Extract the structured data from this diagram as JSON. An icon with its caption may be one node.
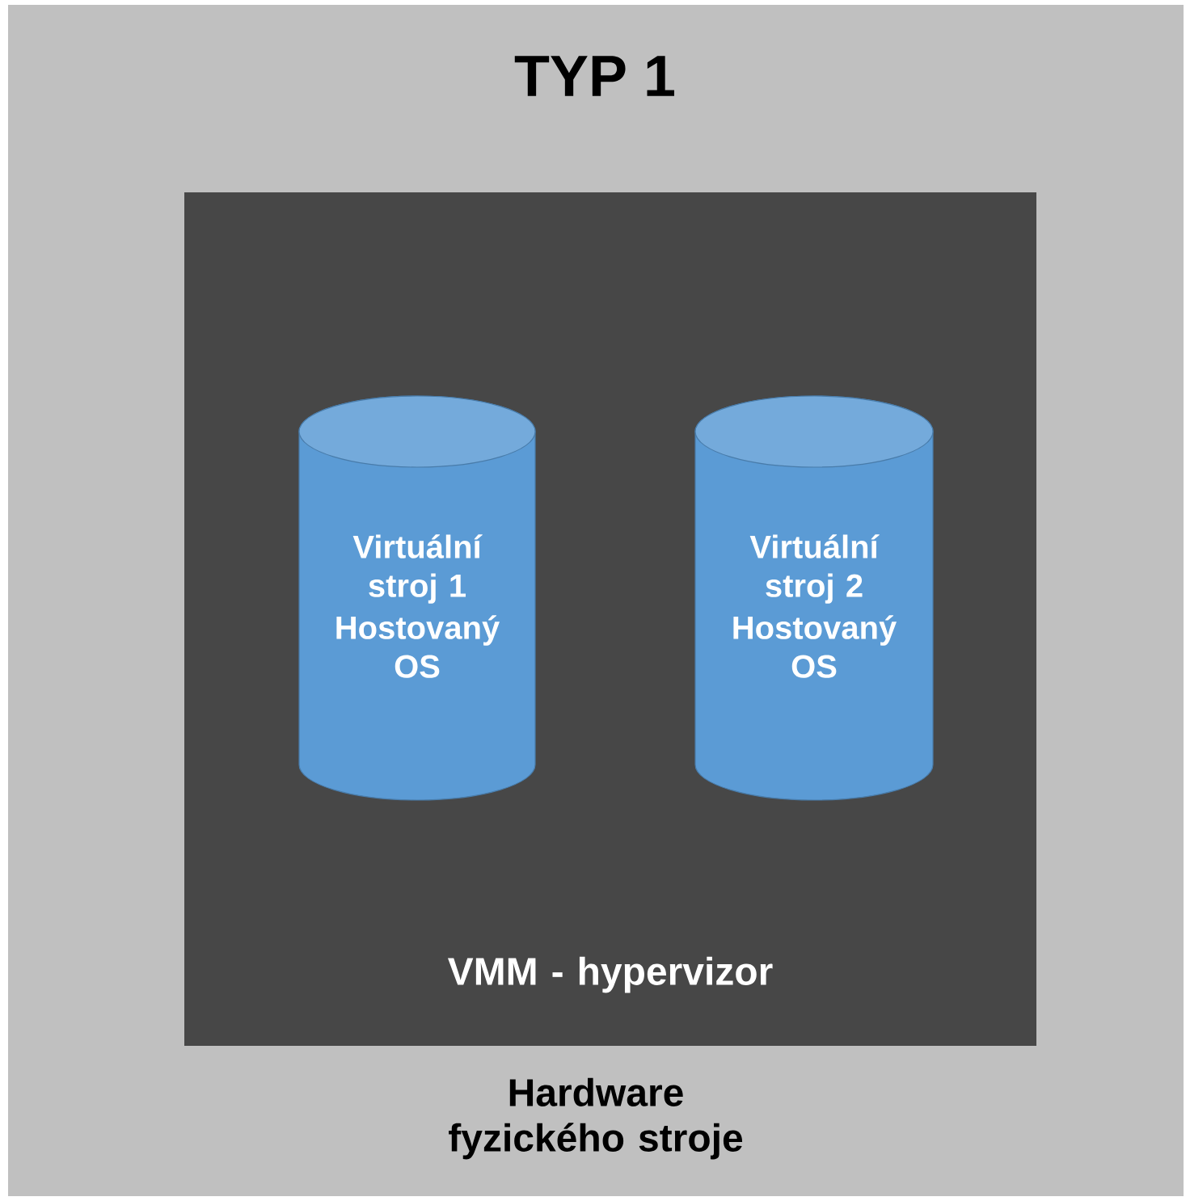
{
  "diagram": {
    "title": "TYP 1",
    "nodes": [
      {
        "text": [
          "Hardware fyzického stroje"
        ]
      },
      {
        "text": [
          "VMM - hypervizor"
        ],
        "in": 0
      },
      {
        "text": [
          "Virtuální stroj 1",
          "Hostovaný OS"
        ],
        "in": 1
      },
      {
        "text": [
          "Virtuální stroj 2",
          "Hostovaný OS"
        ],
        "in": 1
      }
    ]
  }
}
